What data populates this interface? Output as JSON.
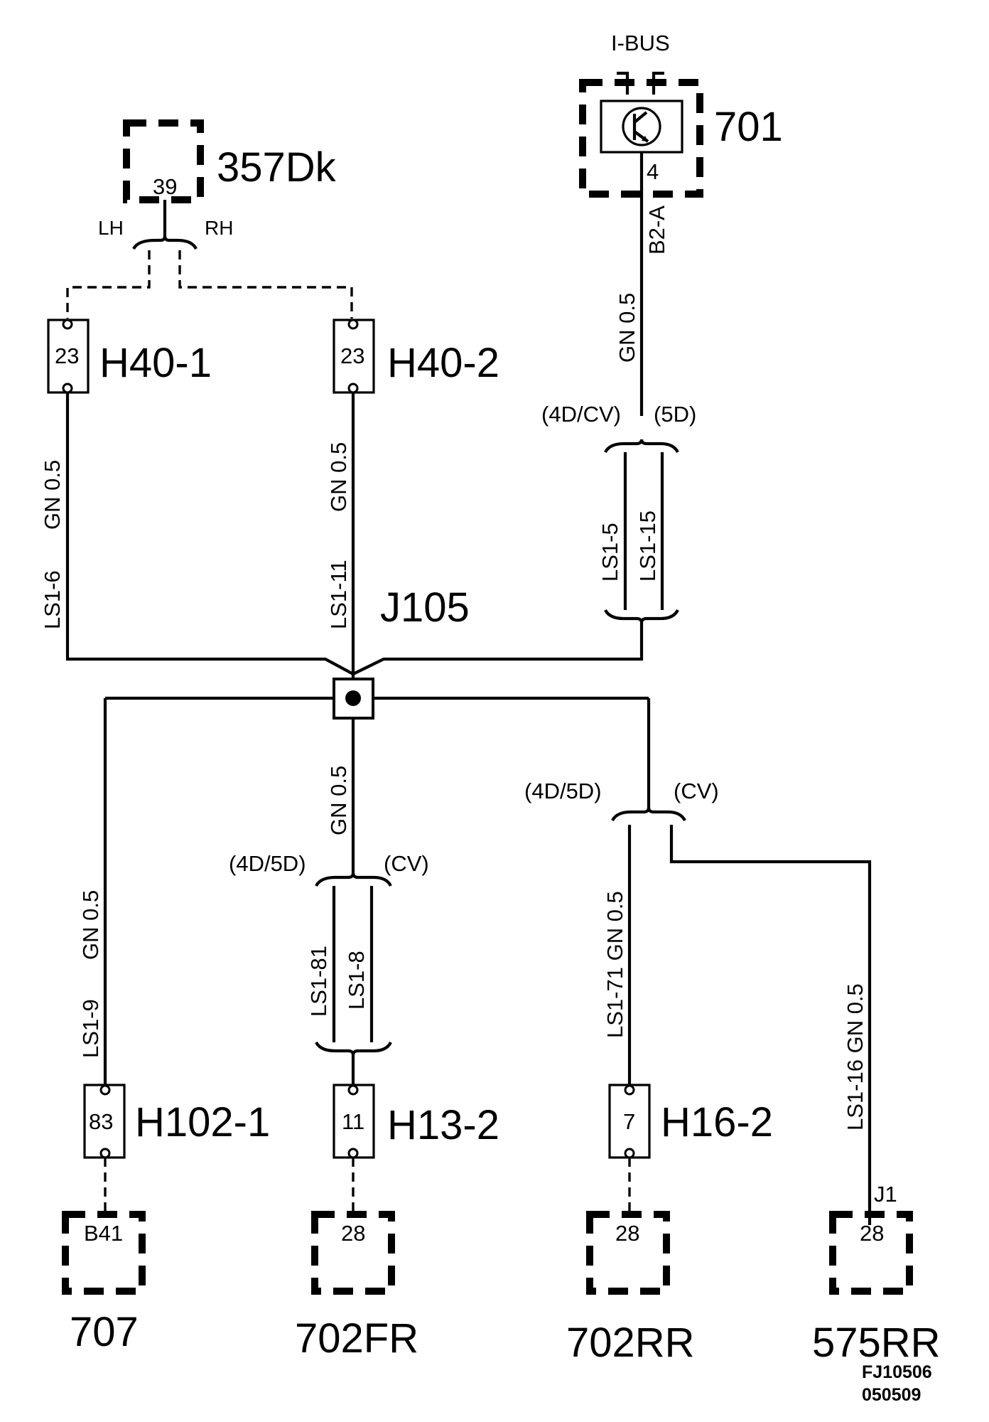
{
  "components": {
    "c357": {
      "name": "357Dk",
      "pin": "39",
      "left": "LH",
      "right": "RH"
    },
    "c701": {
      "name": "701",
      "bus": "I-BUS",
      "pin": "4"
    },
    "c707": {
      "name": "707",
      "pin": "B41"
    },
    "c702fr": {
      "name": "702FR",
      "pin": "28"
    },
    "c702rr": {
      "name": "702RR",
      "pin": "28"
    },
    "c575rr": {
      "name": "575RR",
      "pin": "28",
      "pin_label": "J1"
    }
  },
  "connectors": {
    "h40_1": {
      "name": "H40-1",
      "pin": "23"
    },
    "h40_2": {
      "name": "H40-2",
      "pin": "23"
    },
    "h102_1": {
      "name": "H102-1",
      "pin": "83"
    },
    "h13_2": {
      "name": "H13-2",
      "pin": "11"
    },
    "h16_2": {
      "name": "H16-2",
      "pin": "7"
    }
  },
  "splice": {
    "name": "J105"
  },
  "wires": {
    "w1_color": "GN 0.5",
    "w1_id": "LS1-6",
    "w2_color": "GN 0.5",
    "w2_id": "LS1-11",
    "w3_id": "B2-A",
    "w3_color": "GN 0.5",
    "w3_left": "(4D/CV)",
    "w3_right": "(5D)",
    "w3_a": "LS1-5",
    "w3_b": "LS1-15",
    "w4_color": "GN 0.5",
    "w4_id": "LS1-9",
    "w5_color": "GN 0.5",
    "w5_left": "(4D/5D)",
    "w5_right": "(CV)",
    "w5_a": "LS1-81",
    "w5_b": "LS1-8",
    "w6_left": "(4D/5D)",
    "w6_right": "(CV)",
    "w6_label": "LS1-71 GN  0.5",
    "w7_label": "LS1-16 GN  0.5"
  },
  "footer": {
    "line1": "FJ10506",
    "line2": "050509"
  }
}
